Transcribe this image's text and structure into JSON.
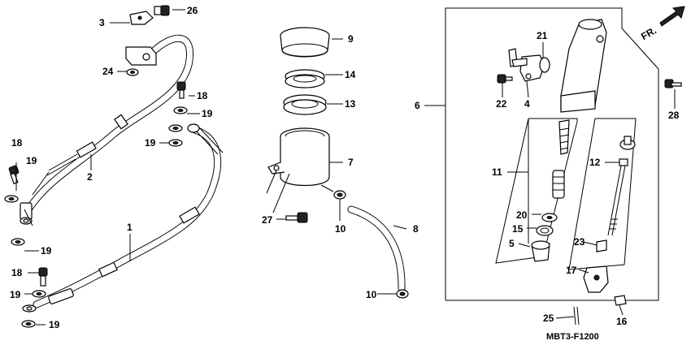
{
  "callouts": {
    "c1": "1",
    "c2": "2",
    "c3": "3",
    "c4": "4",
    "c5": "5",
    "c6": "6",
    "c7": "7",
    "c8": "8",
    "c9": "9",
    "c10a": "10",
    "c10b": "10",
    "c11": "11",
    "c12": "12",
    "c13": "13",
    "c14": "14",
    "c15": "15",
    "c16": "16",
    "c17": "17",
    "c18a": "18",
    "c18b": "18",
    "c18c": "18",
    "c19a": "19",
    "c19b": "19",
    "c19c": "19",
    "c19d": "19",
    "c19e": "19",
    "c19f": "19",
    "c20": "20",
    "c21": "21",
    "c22": "22",
    "c23": "23",
    "c24": "24",
    "c25": "25",
    "c26": "26",
    "c27": "27",
    "c28": "28"
  },
  "direction_label": "FR.",
  "diagram_code": "MBT3-F1200"
}
